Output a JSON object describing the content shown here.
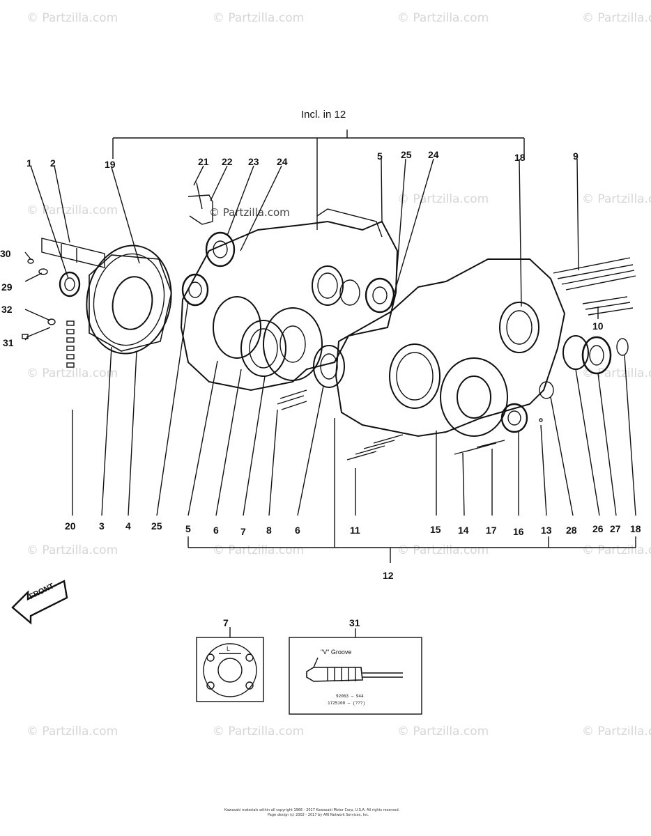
{
  "watermark": "© Partzilla.com",
  "inner_watermark": "© Partzilla.com",
  "header_label": "Incl.  in   12",
  "bottom_label": "12",
  "front_label": "FRONT",
  "top_labels": [
    "1",
    "2",
    "19",
    "21",
    "22",
    "23",
    "24",
    "5",
    "25",
    "24",
    "18",
    "9"
  ],
  "left_labels": [
    "30",
    "29",
    "32",
    "31"
  ],
  "right_labels": [
    "10"
  ],
  "bottom_labels": [
    "20",
    "3",
    "4",
    "25",
    "5",
    "6",
    "7",
    "8",
    "6",
    "11",
    "15",
    "14",
    "17",
    "16",
    "13",
    "28",
    "26",
    "27",
    "18"
  ],
  "detail_7": {
    "label": "7",
    "dim": "L"
  },
  "detail_31": {
    "label": "31",
    "groove": "\"V\" Groove",
    "line1": "92063 — 944",
    "line2": "1725100 — (???)"
  },
  "copyright_line1": "Kawasaki materials within all copyright 1966 - 2017  Kawasaki Motor Corp, U.S.A.  All rights reserved.",
  "copyright_line2": "Page design (c) 2002 - 2017 by ARI Network Services, Inc."
}
